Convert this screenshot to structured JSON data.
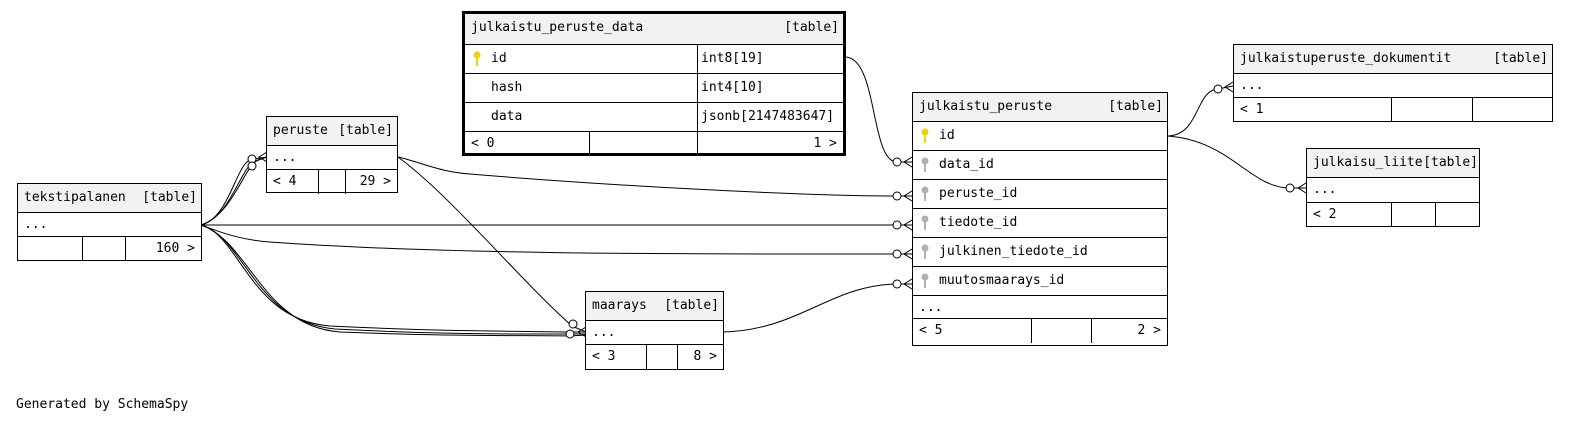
{
  "footer": {
    "generated": "Generated by SchemaSpy"
  },
  "tables": {
    "julkaistu_peruste_data": {
      "name": "julkaistu_peruste_data",
      "kind": "[table]",
      "columns": [
        {
          "name": "id",
          "type": "int8[19]"
        },
        {
          "name": "hash",
          "type": "int4[10]"
        },
        {
          "name": "data",
          "type": "jsonb[2147483647]"
        }
      ],
      "parents": "< 0",
      "children": "1 >"
    },
    "julkaistuperuste_dokumentit": {
      "name": "julkaistuperuste_dokumentit",
      "kind": "[table]",
      "ellipsis": "...",
      "parents": "< 1",
      "children": ""
    },
    "julkaistu_peruste": {
      "name": "julkaistu_peruste",
      "kind": "[table]",
      "columns": [
        {
          "name": "id"
        },
        {
          "name": "data_id"
        },
        {
          "name": "peruste_id"
        },
        {
          "name": "tiedote_id"
        },
        {
          "name": "julkinen_tiedote_id"
        },
        {
          "name": "muutosmaarays_id"
        }
      ],
      "ellipsis": "...",
      "parents": "< 5",
      "children": "2 >"
    },
    "julkaisu_liite": {
      "name": "julkaisu_liite",
      "kind": "[table]",
      "ellipsis": "...",
      "parents": "< 2",
      "children": ""
    },
    "peruste": {
      "name": "peruste",
      "kind": "[table]",
      "ellipsis": "...",
      "parents": "< 4",
      "children": "29 >"
    },
    "tekstipalanen": {
      "name": "tekstipalanen",
      "kind": "[table]",
      "ellipsis": "...",
      "parents": "",
      "children": "160 >"
    },
    "maarays": {
      "name": "maarays",
      "kind": "[table]",
      "ellipsis": "...",
      "parents": "< 3",
      "children": "8 >"
    }
  },
  "colors": {
    "primary_key": "#e8d60c",
    "foreign_key": "#b0b0b0",
    "header_bg": "#f2f2f2"
  }
}
